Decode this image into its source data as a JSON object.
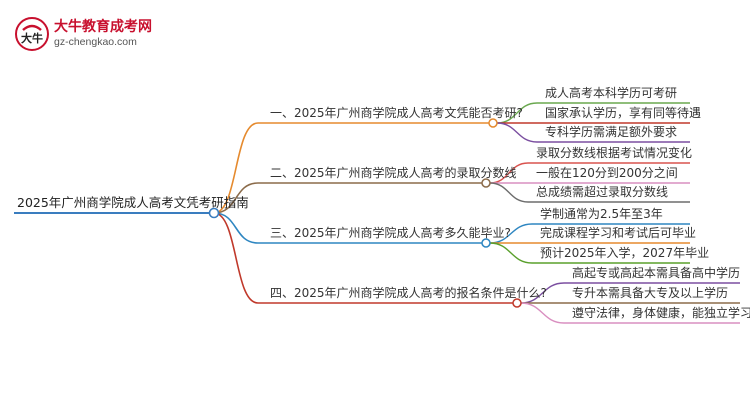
{
  "logo": {
    "name": "大牛教育成考网",
    "url": "gz-chengkao.com",
    "mark_text": "大牛"
  },
  "mindmap": {
    "root": {
      "label": "2025年广州商学院成人高考文凭考研指南",
      "color": "#3a7dbf"
    },
    "branches": [
      {
        "label": "一、2025年广州商学院成人高考文凭能否考研?",
        "color": "#e58a2e",
        "children": [
          {
            "label": "成人高考本科学历可考研",
            "color": "#6aa84f"
          },
          {
            "label": "国家承认学历，享有同等待遇",
            "color": "#c0392b"
          },
          {
            "label": "专科学历需满足额外要求",
            "color": "#7b4fa0"
          }
        ]
      },
      {
        "label": "二、2025年广州商学院成人高考的录取分数线",
        "color": "#8b6b4a",
        "children": [
          {
            "label": "录取分数线根据考试情况变化",
            "color": "#d9534f"
          },
          {
            "label": "一般在120分到200分之间",
            "color": "#d98fc0"
          },
          {
            "label": "总成绩需超过录取分数线",
            "color": "#6d6d6d"
          }
        ]
      },
      {
        "label": "三、2025年广州商学院成人高考多久能毕业?",
        "color": "#2e86c1",
        "children": [
          {
            "label": "学制通常为2.5年至3年",
            "color": "#2e86c1"
          },
          {
            "label": "完成课程学习和考试后可毕业",
            "color": "#e58a2e"
          },
          {
            "label": "预计2025年入学，2027年毕业",
            "color": "#5aa02c"
          }
        ]
      },
      {
        "label": "四、2025年广州商学院成人高考的报名条件是什么?",
        "color": "#c0392b",
        "children": [
          {
            "label": "高起专或高起本需具备高中学历",
            "color": "#7b4fa0"
          },
          {
            "label": "专升本需具备大专及以上学历",
            "color": "#8b6b4a"
          },
          {
            "label": "遵守法律，身体健康，能独立学习",
            "color": "#d98fc0"
          }
        ]
      }
    ]
  }
}
